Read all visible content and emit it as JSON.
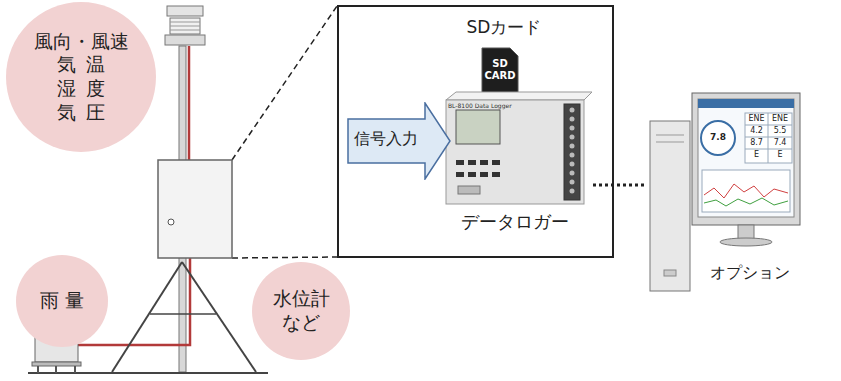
{
  "diagram": {
    "nodes": [
      {
        "text": [
          "風向・風速 気温 湿度 気圧"
        ]
      },
      {
        "text": [
          "雨 量"
        ]
      },
      {
        "text": [
          "水位計 など"
        ]
      },
      {
        "text": [
          "SDカード"
        ]
      },
      {
        "text": [
          "信号入力"
        ],
        "in": 3
      },
      {
        "text": [
          "データロガー"
        ],
        "in": 3
      },
      {
        "text": [
          "オプション"
        ]
      }
    ],
    "edges": [
      {
        "from": 5,
        "to": 6,
        "arrow": "none"
      }
    ],
    "labels": [
      "SD CARD",
      "BL-8100 Data Logger",
      "7.8",
      "ENE",
      "ENE",
      "4.2",
      "5.5",
      "8.7",
      "7.4",
      "E",
      "E"
    ]
  }
}
